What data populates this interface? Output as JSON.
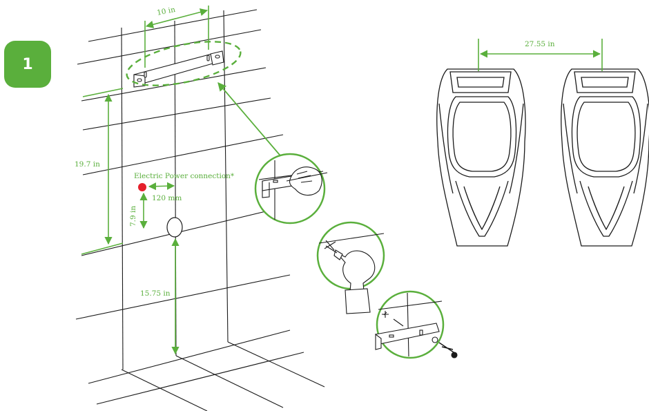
{
  "step": {
    "number": "1"
  },
  "dimensions": {
    "bracket_hole_spacing": "10 in",
    "bracket_height": "19.7 in",
    "power_label": "Electric Power connection*",
    "power_offset_horizontal": "120 mm",
    "power_offset_vertical": "7.9 in",
    "drain_height": "15.75 in",
    "urinal_spacing": "27.55 in"
  },
  "colors": {
    "accent": "#5aaf3c",
    "power_dot": "#e5202b",
    "line": "#1a1a1a"
  }
}
